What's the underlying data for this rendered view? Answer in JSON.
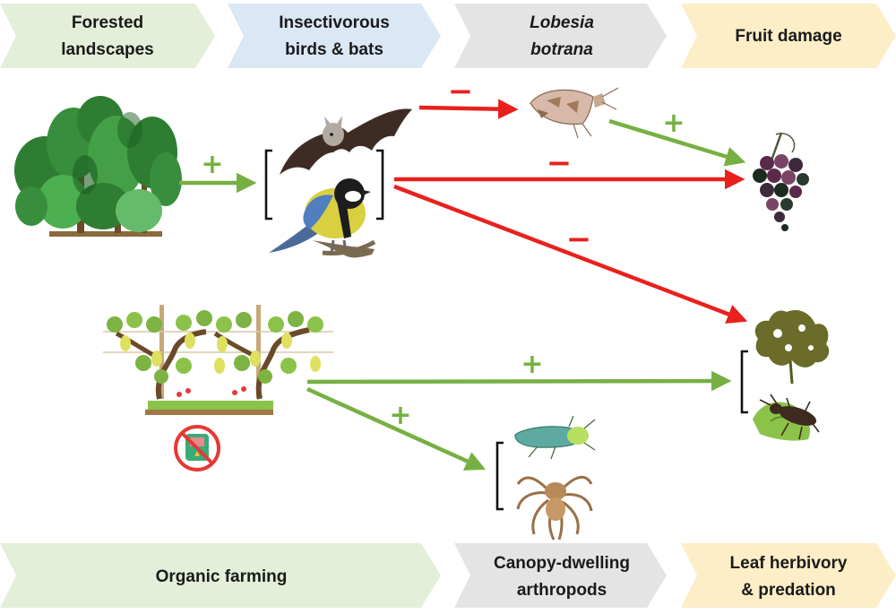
{
  "top_banners": [
    {
      "lines": [
        "Forested",
        "landscapes"
      ],
      "italic": false
    },
    {
      "lines": [
        "Insectivorous",
        "birds & bats"
      ],
      "italic": false
    },
    {
      "lines": [
        "Lobesia",
        "botrana"
      ],
      "italic": true
    },
    {
      "lines": [
        "Fruit damage"
      ],
      "italic": false
    }
  ],
  "bottom_banners": [
    {
      "lines": [
        "Organic farming"
      ]
    },
    {
      "lines": [
        "Canopy-dwelling",
        "arthropods"
      ]
    },
    {
      "lines": [
        "Leaf herbivory",
        "& predation"
      ]
    }
  ],
  "signs": {
    "forest_to_predators": "+",
    "predators_to_moth": "−",
    "moth_to_fruit": "+",
    "predators_to_fruit": "−",
    "predators_to_leaf": "−",
    "organic_to_leaf": "+",
    "organic_to_arthropods": "+"
  },
  "colors": {
    "positive": "#76b043",
    "negative": "#e8211d",
    "banner_green": "#e3efd8",
    "banner_blue": "#dae7f4",
    "banner_gray": "#e4e4e4",
    "banner_yellow": "#fdeec8"
  },
  "icons": [
    "forest-icon",
    "bat-icon",
    "great-tit-bird-icon",
    "moth-icon",
    "grape-cluster-icon",
    "vineyard-icon",
    "no-pesticide-icon",
    "leafhopper-icon",
    "spider-icon",
    "damaged-leaf-icon",
    "beetle-on-leaf-icon"
  ]
}
